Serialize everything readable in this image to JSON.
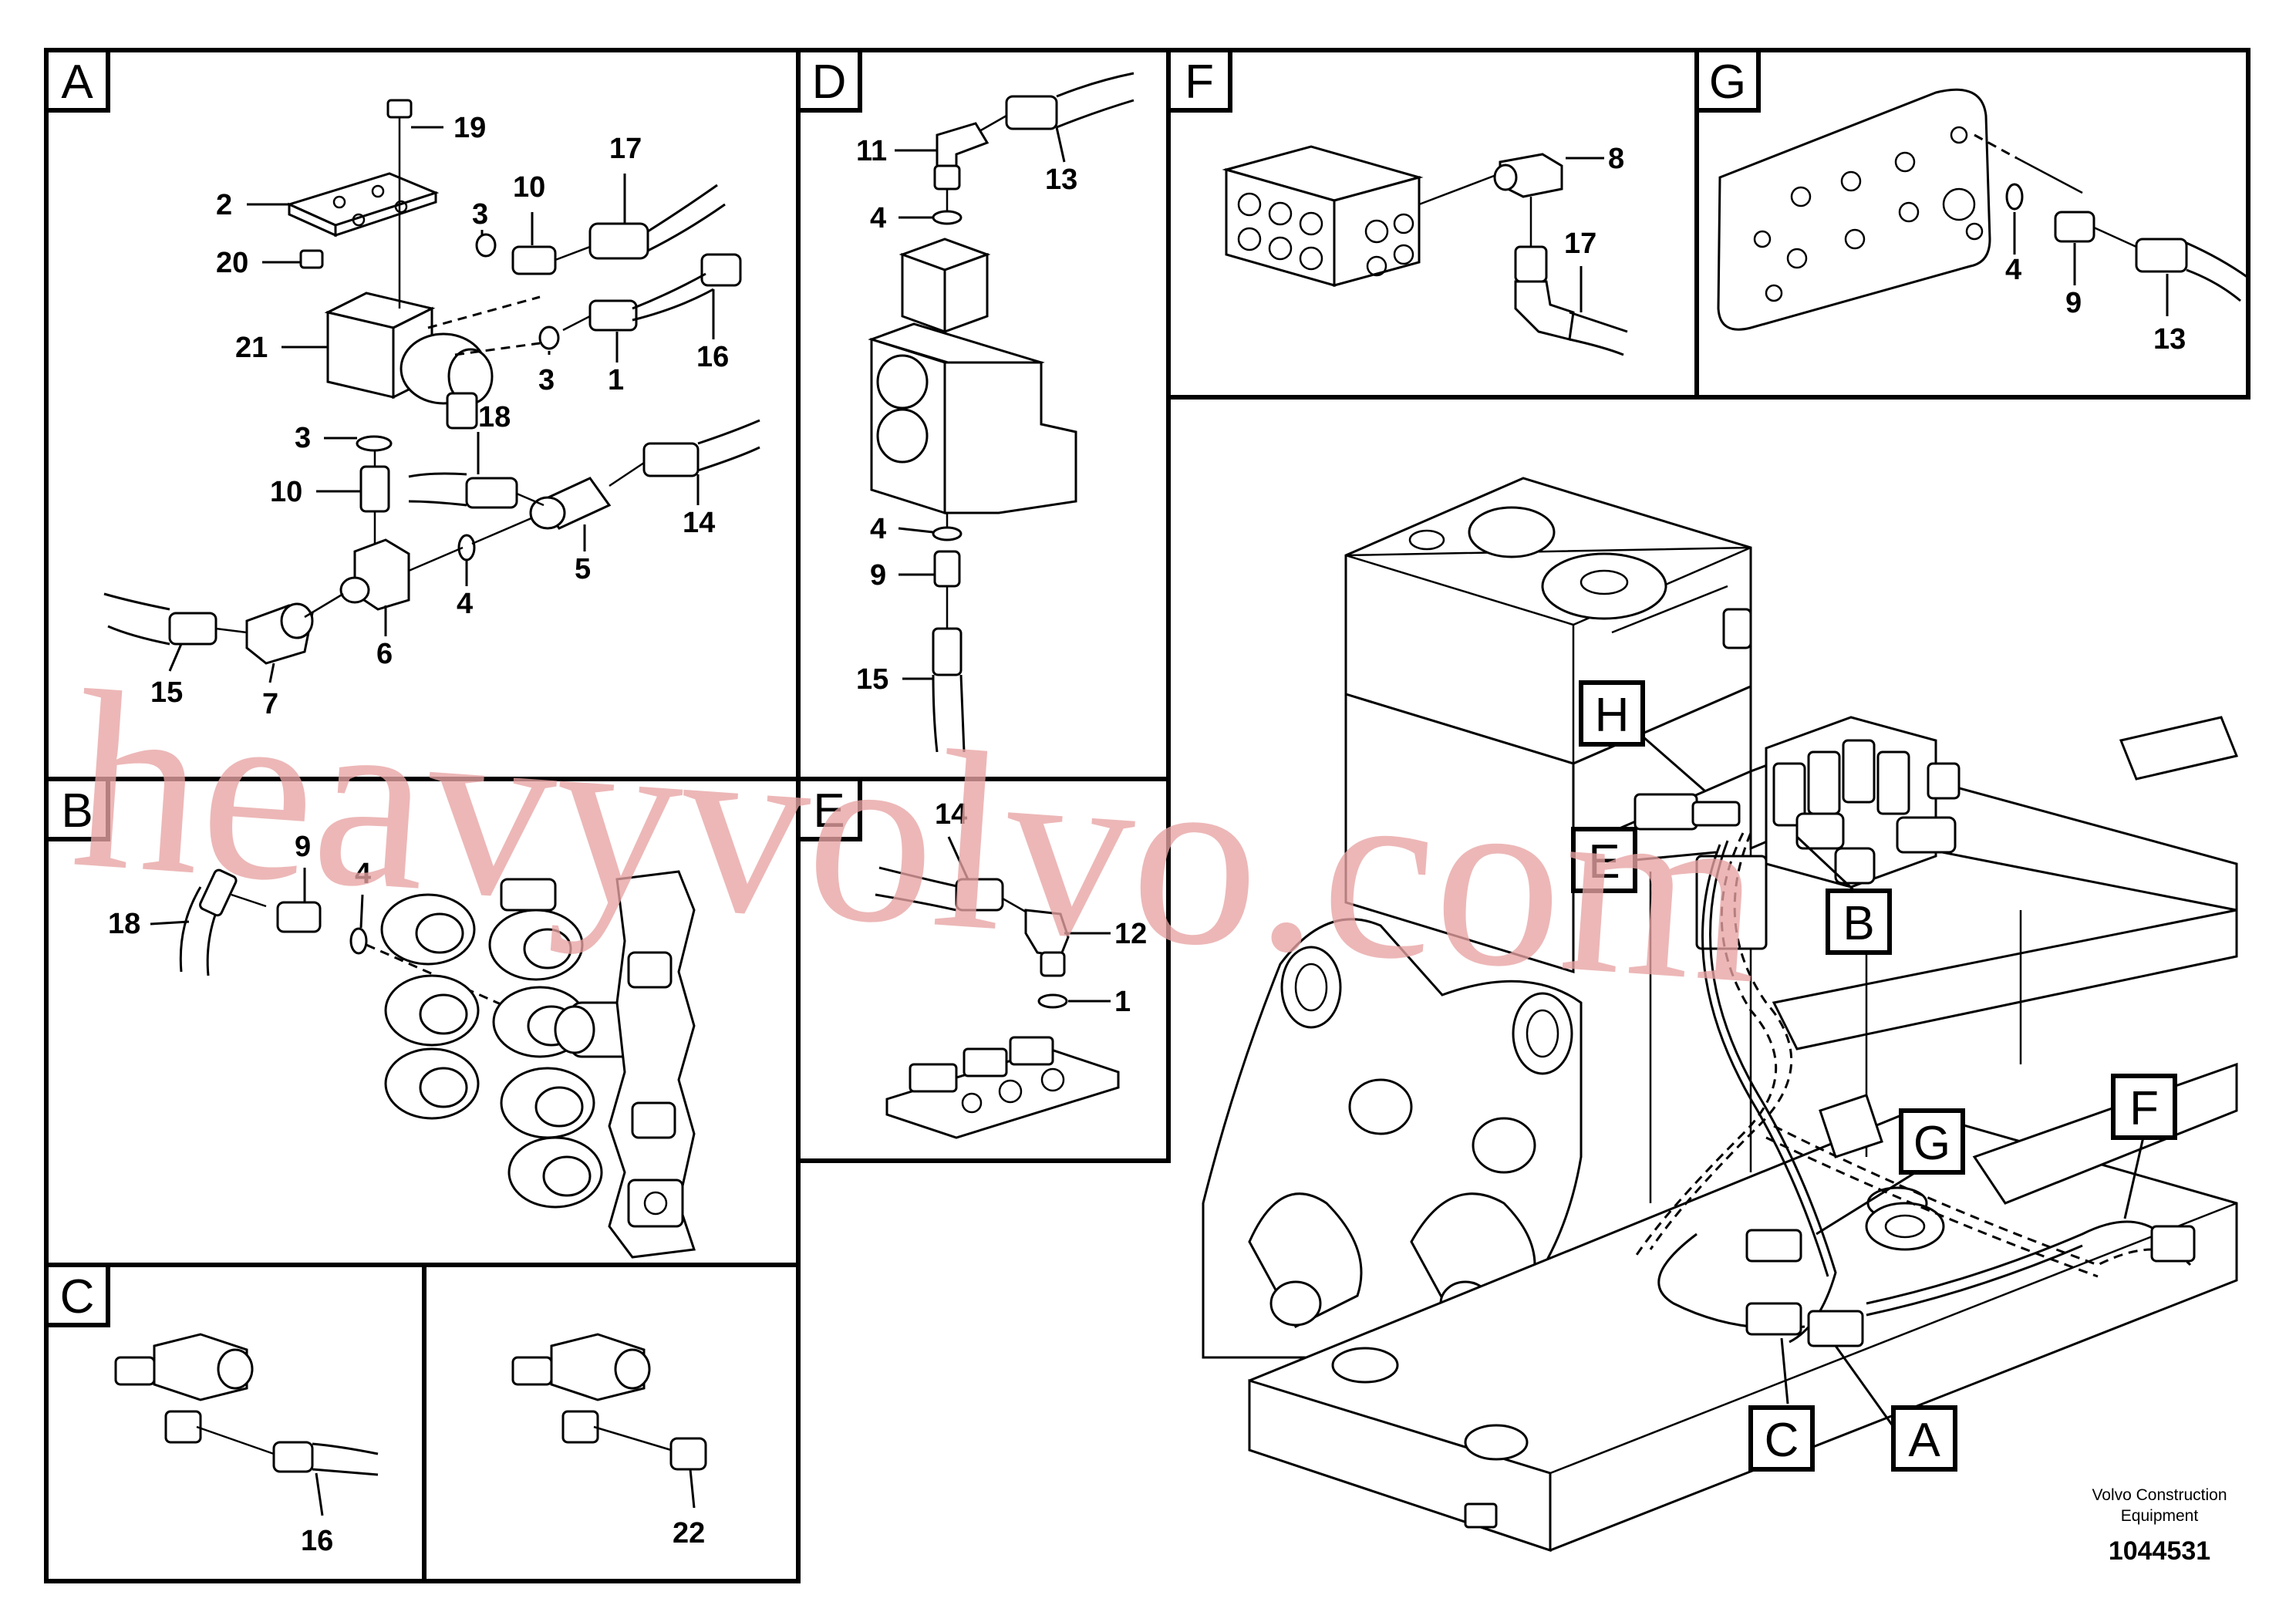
{
  "panels": {
    "A": "A",
    "B": "B",
    "C": "C",
    "D": "D",
    "E": "E",
    "F": "F",
    "G": "G"
  },
  "callouts": {
    "a": [
      "19",
      "2",
      "20",
      "17",
      "3",
      "10",
      "21",
      "3",
      "16",
      "1",
      "3",
      "18",
      "10",
      "14",
      "5",
      "4",
      "6",
      "15",
      "7"
    ],
    "b": [
      "9",
      "4",
      "18"
    ],
    "c": [
      "16",
      "22"
    ],
    "d": [
      "11",
      "13",
      "4",
      "4",
      "9",
      "15"
    ],
    "e": [
      "14",
      "12",
      "1"
    ],
    "f": [
      "8",
      "17"
    ],
    "g": [
      "4",
      "9",
      "13"
    ]
  },
  "overview_tags": [
    "H",
    "E",
    "B",
    "G",
    "F",
    "C",
    "A"
  ],
  "watermark": "heavyvolvo.com",
  "footer": {
    "company_line1": "Volvo Construction",
    "company_line2": "Equipment",
    "drawing_number": "1044531"
  }
}
